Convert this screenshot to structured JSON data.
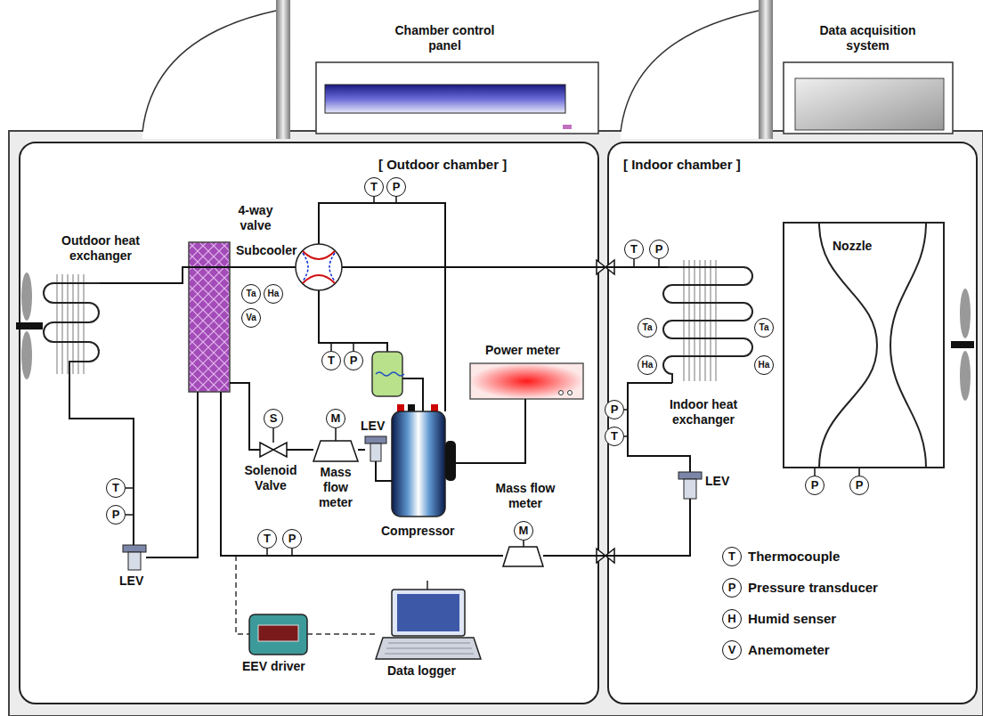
{
  "diagram": {
    "nodes": [
      {
        "text": [
          "Chamber control panel"
        ]
      },
      {
        "text": [
          "Data acquisition system"
        ]
      },
      {
        "text": [
          "[ Outdoor chamber ]"
        ]
      },
      {
        "text": [
          "[ Indoor chamber ]"
        ]
      },
      {
        "text": [
          "Outdoor heat exchanger"
        ],
        "in": 2
      },
      {
        "text": [
          "4-way valve"
        ],
        "in": 2
      },
      {
        "text": [
          "Subcooler"
        ],
        "in": 2
      },
      {
        "text": [
          "Solenoid Valve"
        ],
        "in": 2
      },
      {
        "text": [
          "Mass flow meter"
        ],
        "in": 2
      },
      {
        "text": [
          "LEV"
        ],
        "in": 2
      },
      {
        "text": [
          "Compressor"
        ],
        "in": 2
      },
      {
        "text": [
          "Power meter"
        ],
        "in": 2
      },
      {
        "text": [
          "Mass flow meter"
        ],
        "in": 2
      },
      {
        "text": [
          "LEV"
        ],
        "in": 2
      },
      {
        "text": [
          "EEV driver"
        ],
        "in": 2
      },
      {
        "text": [
          "Data logger"
        ],
        "in": 2
      },
      {
        "text": [
          "Indoor heat exchanger"
        ],
        "in": 3
      },
      {
        "text": [
          "Nozzle"
        ],
        "in": 3
      },
      {
        "text": [
          "LEV"
        ],
        "in": 3
      }
    ],
    "edges": [
      {
        "from": 5,
        "to": 4,
        "arrow": "none"
      },
      {
        "from": 5,
        "to": 16,
        "arrow": "none"
      },
      {
        "from": 6,
        "to": 7,
        "arrow": "none"
      },
      {
        "from": 7,
        "to": 8,
        "arrow": "none"
      },
      {
        "from": 8,
        "to": 9,
        "arrow": "none"
      },
      {
        "from": 9,
        "to": 10,
        "arrow": "none"
      },
      {
        "from": 10,
        "to": 11,
        "arrow": "none"
      },
      {
        "from": 13,
        "to": 6,
        "arrow": "none"
      },
      {
        "from": 6,
        "to": 12,
        "arrow": "none"
      },
      {
        "from": 12,
        "to": 18,
        "arrow": "none"
      },
      {
        "from": 14,
        "to": 15,
        "arrow": "none"
      }
    ],
    "labels": [
      "T",
      "P",
      "Ta",
      "Ha",
      "Va",
      "T",
      "P",
      "S",
      "M",
      "T",
      "P",
      "M",
      "T",
      "P",
      "T",
      "P",
      "Ta",
      "Ha",
      "Ta",
      "Ha",
      "P",
      "T",
      "P",
      "P",
      "T",
      "P",
      "H",
      "V"
    ],
    "legend": [
      {
        "text": "Thermocouple"
      },
      {
        "text": "Pressure transducer"
      },
      {
        "text": "Humid senser"
      },
      {
        "text": "Anemometer"
      }
    ]
  }
}
